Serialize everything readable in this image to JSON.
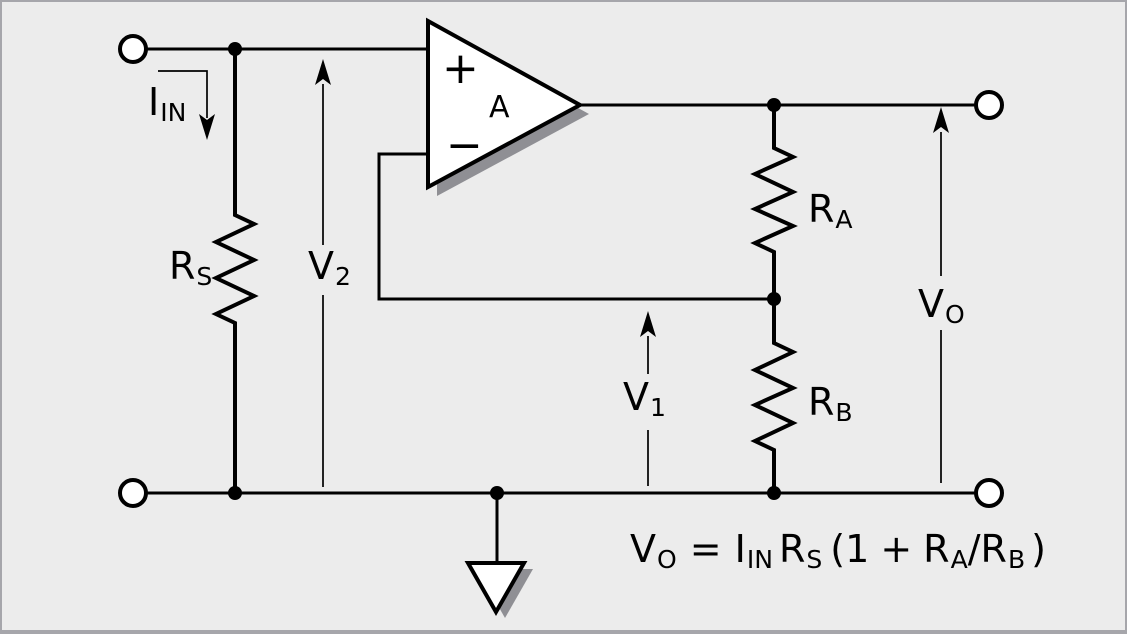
{
  "labels": {
    "input_current": {
      "base": "I",
      "sub": "IN"
    },
    "source_resistor": {
      "base": "R",
      "sub": "S"
    },
    "v2": {
      "base": "V",
      "sub": "2"
    },
    "v1": {
      "base": "V",
      "sub": "1"
    },
    "vo": {
      "base": "V",
      "sub": "O"
    },
    "ra": {
      "base": "R",
      "sub": "A"
    },
    "rb": {
      "base": "R",
      "sub": "B"
    },
    "opamp": {
      "plus": "+",
      "minus": "−",
      "gain": "A"
    }
  },
  "formula": {
    "lhs_base": "V",
    "lhs_sub": "O",
    "equals": "=",
    "current_base": "I",
    "current_sub": "IN",
    "rs_base": "R",
    "rs_sub": "S",
    "paren_open_one": "(1",
    "plus": "+",
    "ra_base": "R",
    "ra_sub": "A",
    "divide": "/",
    "rb_base": "R",
    "rb_sub": "B",
    "paren_close": ")"
  },
  "colors": {
    "background": "#ececec",
    "line": "#000000",
    "shadow": "#8f8f94",
    "frame": "#a6a6ab"
  }
}
